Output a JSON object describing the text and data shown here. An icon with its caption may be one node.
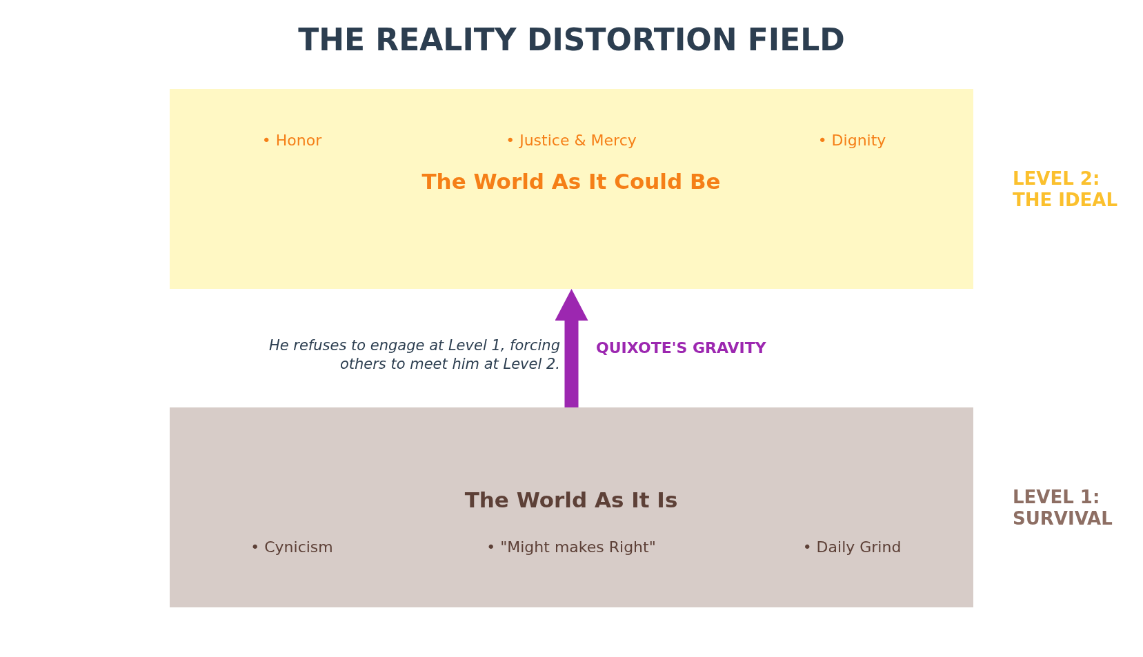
{
  "diagram": {
    "title": "THE REALITY DISTORTION FIELD",
    "nodes": [
      {
        "text": [
          "• Honor",
          "• Justice & Mercy",
          "• Dignity",
          "The World As It Could Be"
        ],
        "beside": [
          "LEVEL 2: THE IDEAL"
        ]
      },
      {
        "text": [
          "The World As It Is",
          "• Cynicism",
          "• \"Might makes Right\"",
          "• Daily Grind"
        ],
        "beside": [
          "LEVEL 1: SURVIVAL"
        ]
      }
    ],
    "edges": [
      {
        "from": 1,
        "to": 0,
        "arrow": "to",
        "label": "QUIXOTE'S GRAVITY",
        "color": "#9c27b0"
      }
    ],
    "labels": [
      "He refuses to engage at Level 1, forcing others to meet him at Level 2."
    ]
  }
}
